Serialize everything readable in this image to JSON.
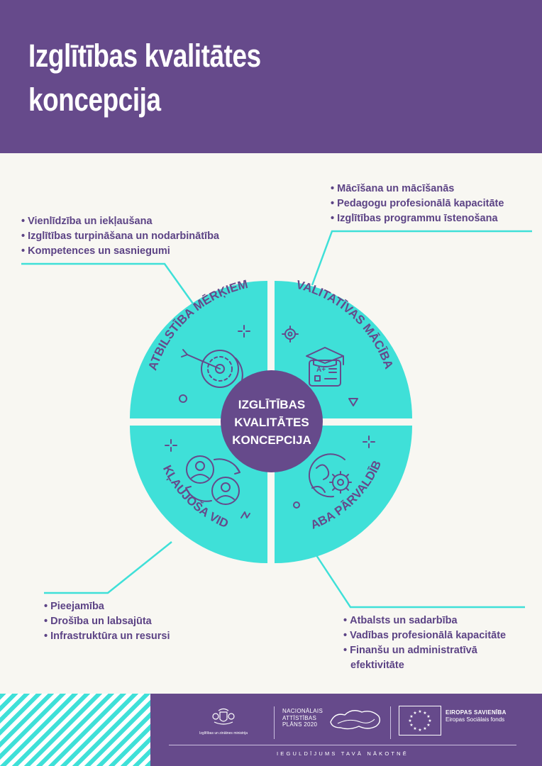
{
  "title": {
    "line1": "Izglītības kvalitātes",
    "line2": "koncepcija"
  },
  "center": {
    "line1": "IZGLĪTĪBAS",
    "line2": "KVALITĀTES",
    "line3": "KONCEPCIJA"
  },
  "segments": {
    "top_left": "ATBILSTĪBA MĒRĶIEM",
    "top_right": "KVALITATĪVAS MĀCĪBAS",
    "bottom_left": "IEKĻAUJOŠA VIDE",
    "bottom_right": "LABA PĀRVALDĪBA"
  },
  "lists": {
    "top_left": [
      "Vienlīdzība un iekļaušana",
      "Izglītības turpināšana un nodarbinātība",
      "Kompetences un sasniegumi"
    ],
    "top_right": [
      "Mācīšana un mācīšanās",
      "Pedagogu profesionālā kapacitāte",
      "Izglītības programmu īstenošana"
    ],
    "bottom_left": [
      "Pieejamība",
      "Drošība un labsajūta",
      "Infrastruktūra un resursi"
    ],
    "bottom_right": [
      "Atbalsts un sadarbība",
      "Vadības profesionālā kapacitāte",
      "Finanšu un administratīvā efektivitāte"
    ]
  },
  "icons": {
    "top_left": "target-arrow-icon",
    "top_right": "graduation-cap-grade-icon",
    "bottom_left": "people-exchange-icon",
    "bottom_right": "globe-gear-icon"
  },
  "footer": {
    "ministry": "Izglītības un zinātnes ministrija",
    "nap": [
      "NACIONĀLAIS",
      "ATTĪSTĪBAS",
      "PLĀNS 2020"
    ],
    "eu_title": "EIROPAS SAVIENĪBA",
    "eu_sub": "Eiropas Sociālais fonds",
    "tagline": "IEGULDĪJUMS TAVĀ NĀKOTNĒ"
  },
  "colors": {
    "purple": "#664a8b",
    "turquoise": "#3fe0d8",
    "background": "#f8f7f2",
    "text": "#5c4385"
  }
}
